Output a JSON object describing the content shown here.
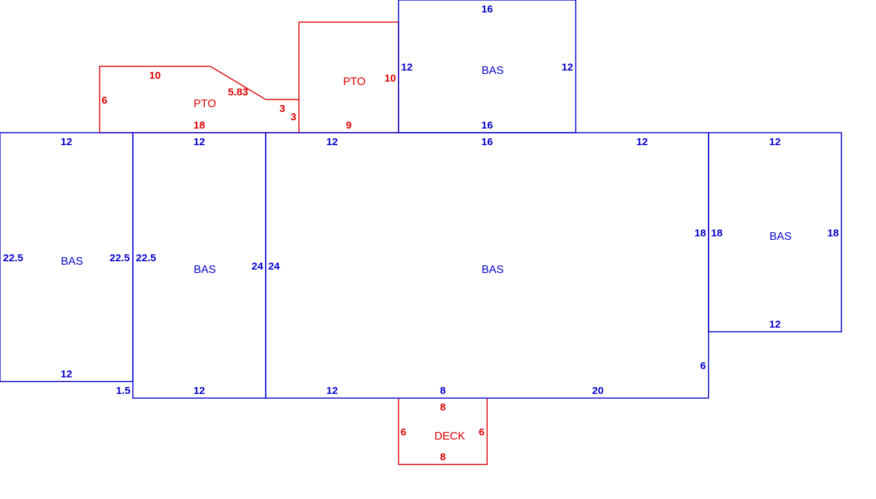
{
  "colors": {
    "building": "#0000cc",
    "exterior": "#dd0000",
    "background": "#ffffff"
  },
  "areas": [
    {
      "id": "bas-top",
      "label": "BAS",
      "kind": "building",
      "dims": [
        "16",
        "12",
        "12",
        "16"
      ]
    },
    {
      "id": "pto-middle",
      "label": "PTO",
      "kind": "exterior",
      "dims": [
        "10",
        "9"
      ]
    },
    {
      "id": "pto-left",
      "label": "PTO",
      "kind": "exterior",
      "dims": [
        "10",
        "5.83",
        "3",
        "3",
        "6",
        "18"
      ]
    },
    {
      "id": "bas-left",
      "label": "BAS",
      "kind": "building",
      "dims": [
        "12",
        "22.5",
        "22.5",
        "12",
        "1.5"
      ]
    },
    {
      "id": "bas-second",
      "label": "BAS",
      "kind": "building",
      "dims": [
        "12",
        "22.5",
        "24",
        "12"
      ]
    },
    {
      "id": "bas-main",
      "label": "BAS",
      "kind": "building",
      "dims": [
        "12",
        "16",
        "12",
        "24",
        "18",
        "6",
        "12",
        "8",
        "20"
      ]
    },
    {
      "id": "bas-right",
      "label": "BAS",
      "kind": "building",
      "dims": [
        "12",
        "18",
        "18",
        "12"
      ]
    },
    {
      "id": "deck",
      "label": "DECK",
      "kind": "exterior",
      "dims": [
        "8",
        "6",
        "6",
        "8"
      ]
    }
  ]
}
